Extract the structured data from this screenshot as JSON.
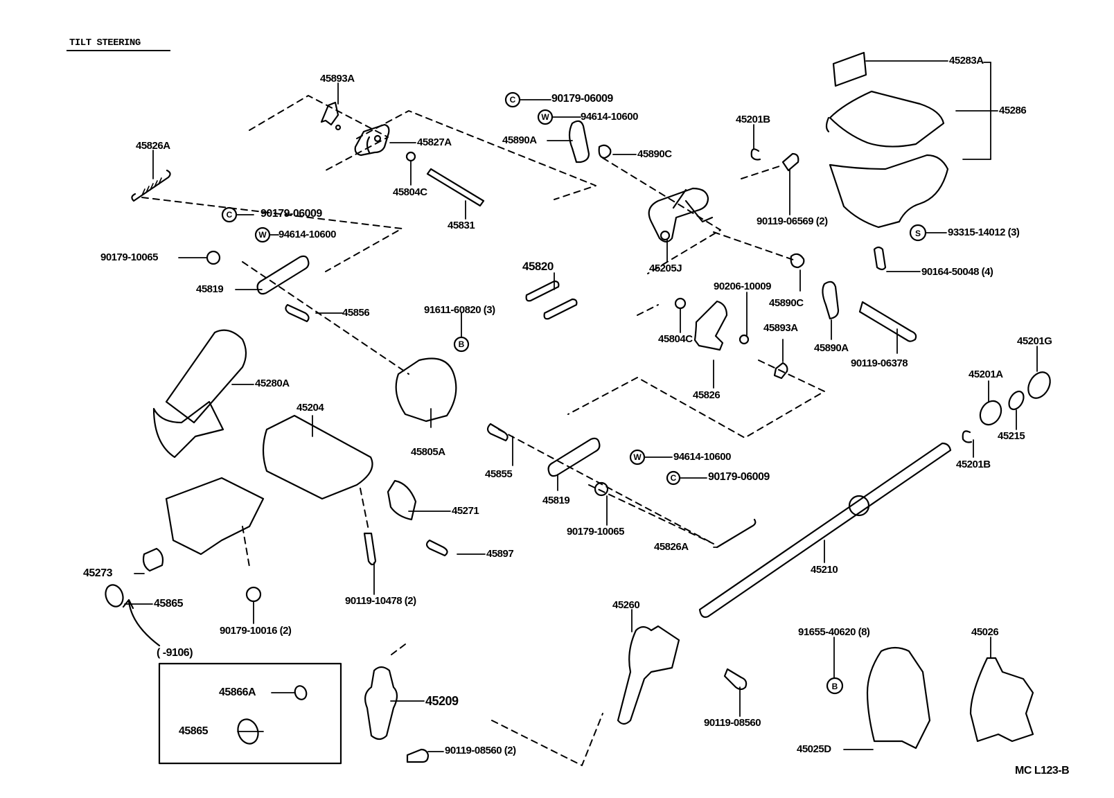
{
  "title": "TILT STEERING",
  "reference_code": "MC L123-B",
  "symbols": {
    "C": "C",
    "W": "W",
    "S": "S",
    "B": "B"
  },
  "inset": {
    "label": "(        -9106)"
  },
  "labels": [
    {
      "id": "p1",
      "text": "45893A"
    },
    {
      "id": "p2",
      "text": "45827A"
    },
    {
      "id": "p3",
      "text": "45826A"
    },
    {
      "id": "p4",
      "text": "45804C"
    },
    {
      "id": "p5",
      "text": "45831"
    },
    {
      "id": "p6",
      "text": "90179-06009"
    },
    {
      "id": "p7",
      "text": "94614-10600"
    },
    {
      "id": "p8",
      "text": "90179-10065"
    },
    {
      "id": "p9",
      "text": "45819"
    },
    {
      "id": "p10",
      "text": "45856"
    },
    {
      "id": "p11",
      "text": "90179-06009"
    },
    {
      "id": "p12",
      "text": "94614-10600"
    },
    {
      "id": "p13",
      "text": "45890A"
    },
    {
      "id": "p14",
      "text": "45890C"
    },
    {
      "id": "p15",
      "text": "45205J"
    },
    {
      "id": "p16",
      "text": "45820"
    },
    {
      "id": "p17",
      "text": "91611-60820 (3)"
    },
    {
      "id": "p18",
      "text": "45201B"
    },
    {
      "id": "p19",
      "text": "90119-06569 (2)"
    },
    {
      "id": "p20",
      "text": "45283A"
    },
    {
      "id": "p21",
      "text": "45286"
    },
    {
      "id": "p22",
      "text": "93315-14012 (3)"
    },
    {
      "id": "p23",
      "text": "90164-50048 (4)"
    },
    {
      "id": "p24",
      "text": "90206-10009"
    },
    {
      "id": "p25",
      "text": "45890C"
    },
    {
      "id": "p26",
      "text": "45804C"
    },
    {
      "id": "p27",
      "text": "45893A"
    },
    {
      "id": "p28",
      "text": "45890A"
    },
    {
      "id": "p29",
      "text": "90119-06378"
    },
    {
      "id": "p30",
      "text": "45826"
    },
    {
      "id": "p31",
      "text": "45201G"
    },
    {
      "id": "p32",
      "text": "45201A"
    },
    {
      "id": "p33",
      "text": "45215"
    },
    {
      "id": "p34",
      "text": "45201B"
    },
    {
      "id": "p35",
      "text": "45280A"
    },
    {
      "id": "p36",
      "text": "45204"
    },
    {
      "id": "p37",
      "text": "45805A"
    },
    {
      "id": "p38",
      "text": "45855"
    },
    {
      "id": "p39",
      "text": "45819"
    },
    {
      "id": "p40",
      "text": "94614-10600"
    },
    {
      "id": "p41",
      "text": "90179-06009"
    },
    {
      "id": "p42",
      "text": "45271"
    },
    {
      "id": "p43",
      "text": "90179-10065"
    },
    {
      "id": "p44",
      "text": "45897"
    },
    {
      "id": "p45",
      "text": "45826A"
    },
    {
      "id": "p46",
      "text": "45210"
    },
    {
      "id": "p47",
      "text": "45273"
    },
    {
      "id": "p48",
      "text": "45865"
    },
    {
      "id": "p49",
      "text": "90179-10016 (2)"
    },
    {
      "id": "p50",
      "text": "90119-10478 (2)"
    },
    {
      "id": "p51",
      "text": "45260"
    },
    {
      "id": "p52",
      "text": "91655-40620 (8)"
    },
    {
      "id": "p53",
      "text": "45026"
    },
    {
      "id": "p54",
      "text": "45866A"
    },
    {
      "id": "p55",
      "text": "45865"
    },
    {
      "id": "p56",
      "text": "45209"
    },
    {
      "id": "p57",
      "text": "90119-08560 (2)"
    },
    {
      "id": "p58",
      "text": "90119-08560"
    },
    {
      "id": "p59",
      "text": "45025D"
    }
  ]
}
